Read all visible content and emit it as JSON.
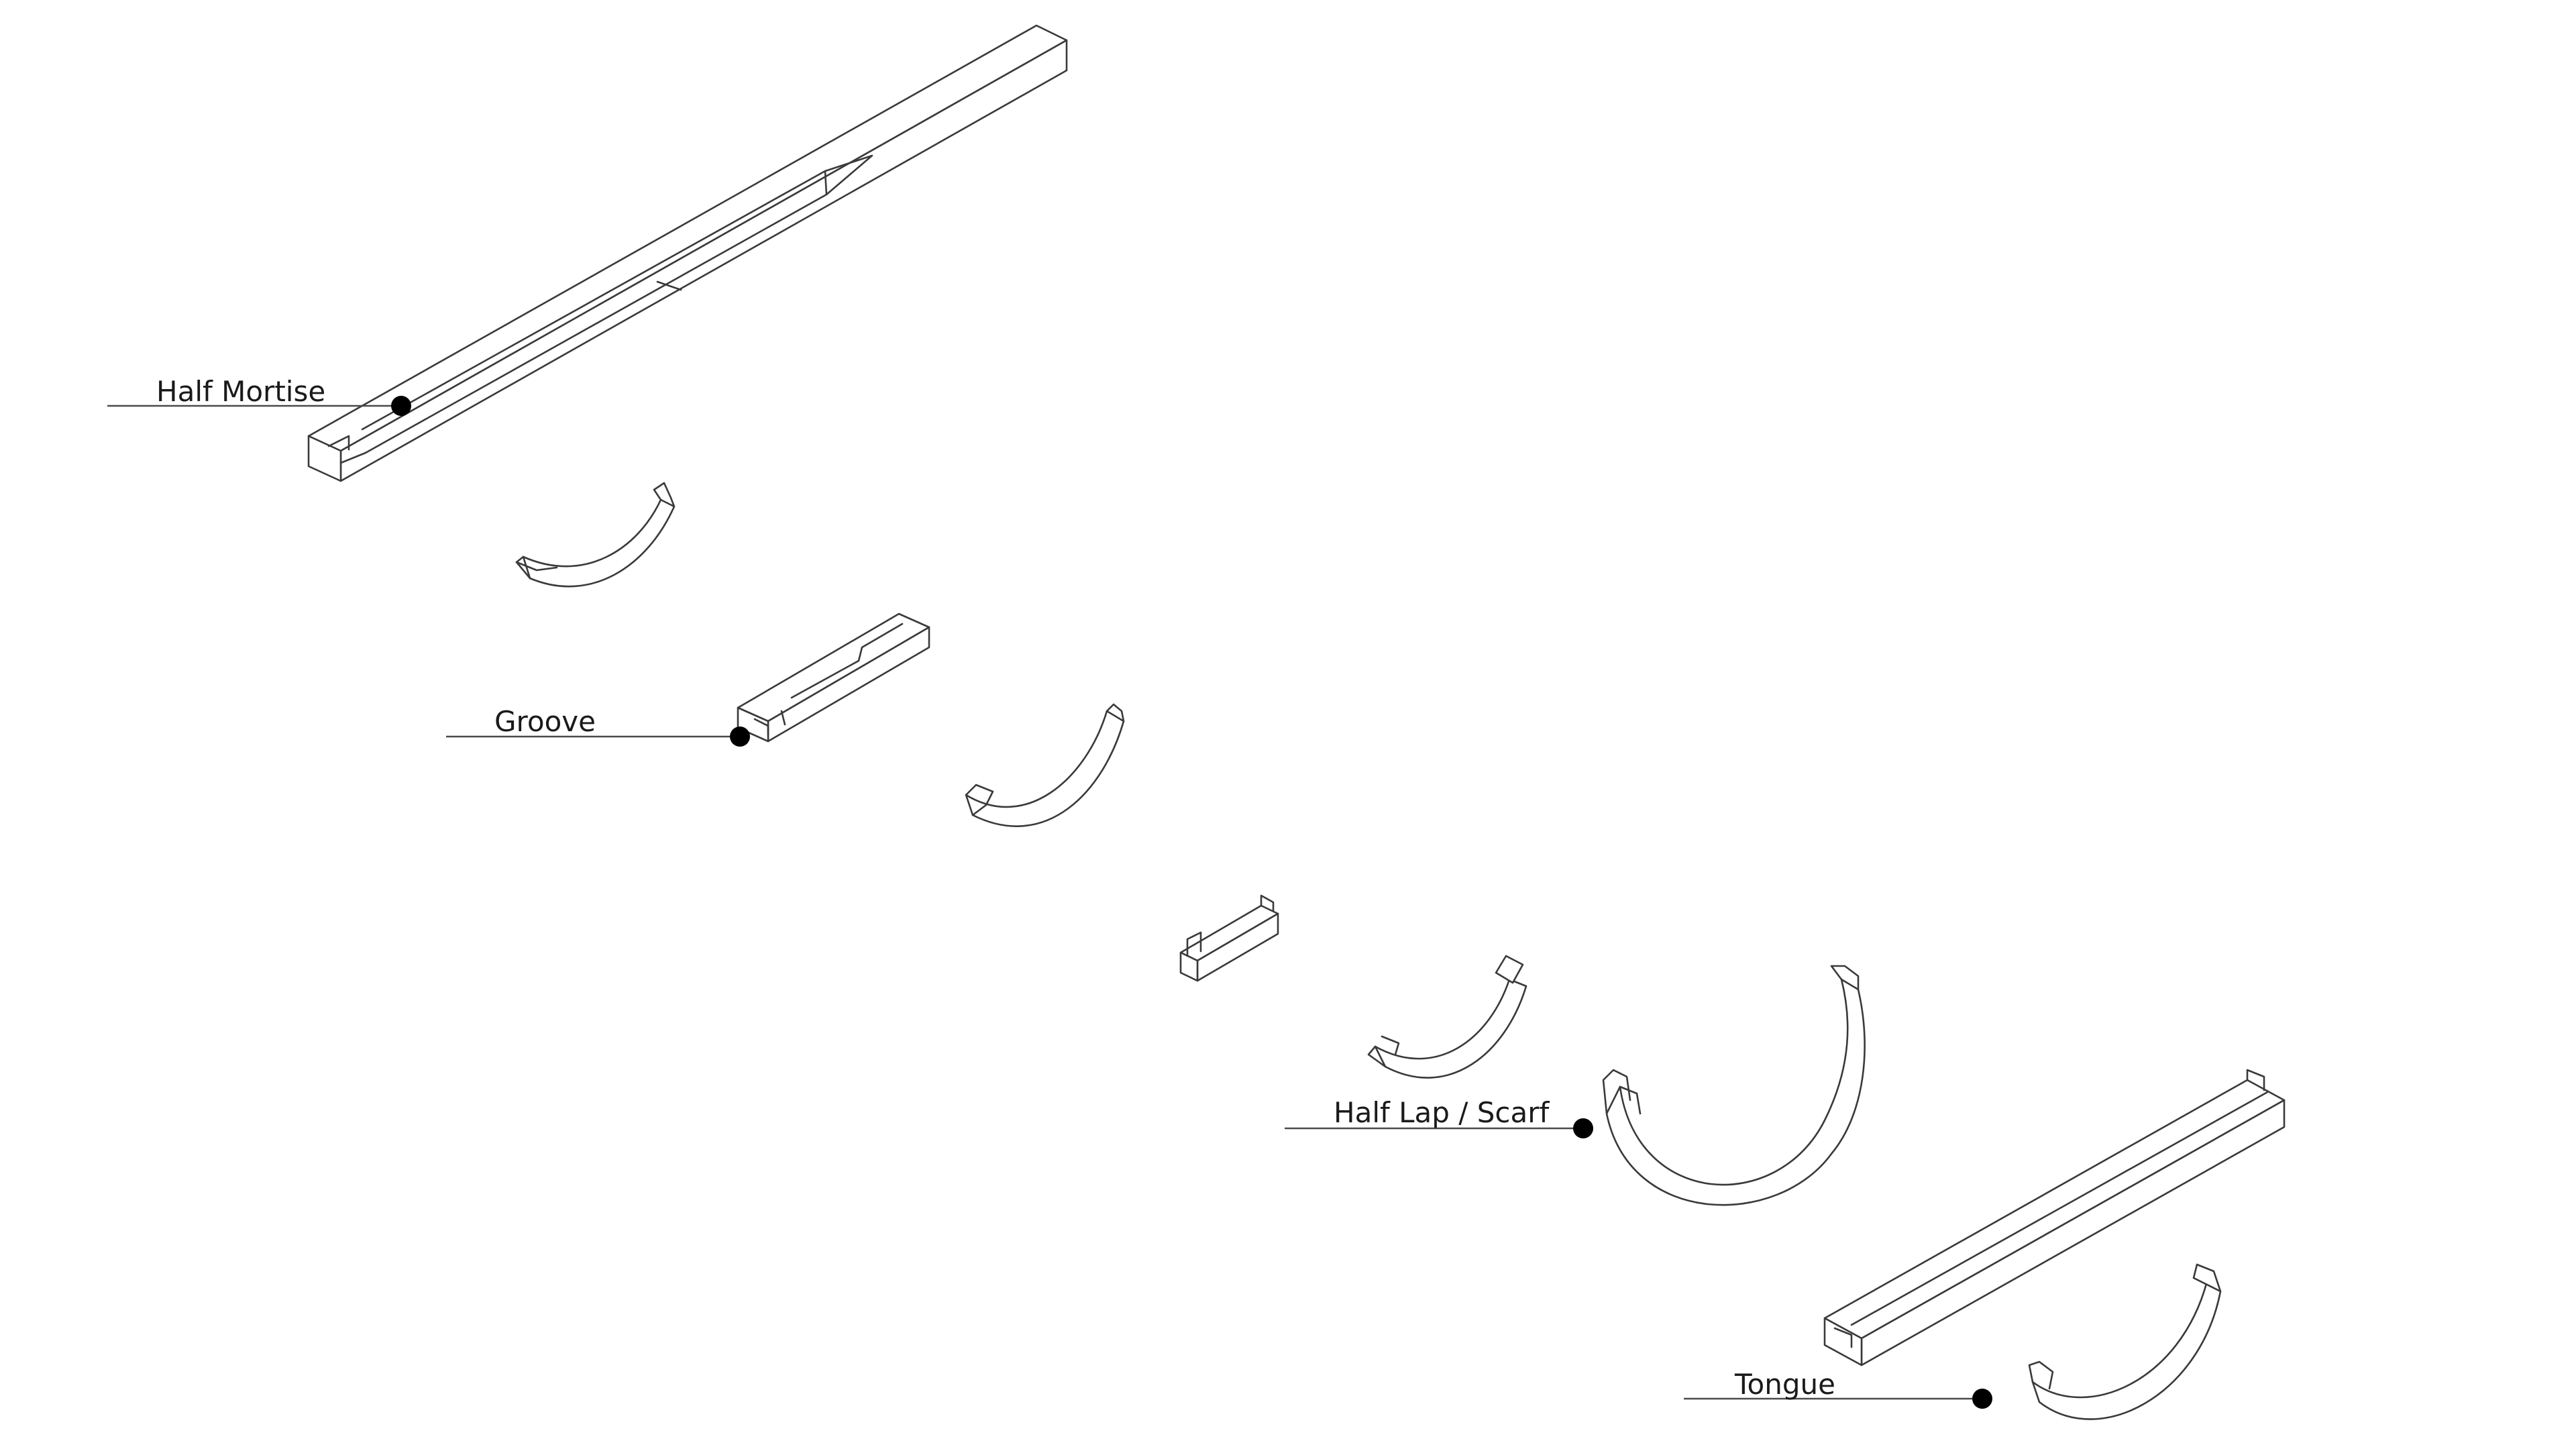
{
  "labels": {
    "half_mortise": "Half Mortise",
    "groove": "Groove",
    "half_lap_scarf": "Half Lap / Scarf",
    "tongue": "Tongue"
  },
  "colors": {
    "stroke": "#3a3a3a",
    "dot": "#000000",
    "background": "#ffffff"
  }
}
